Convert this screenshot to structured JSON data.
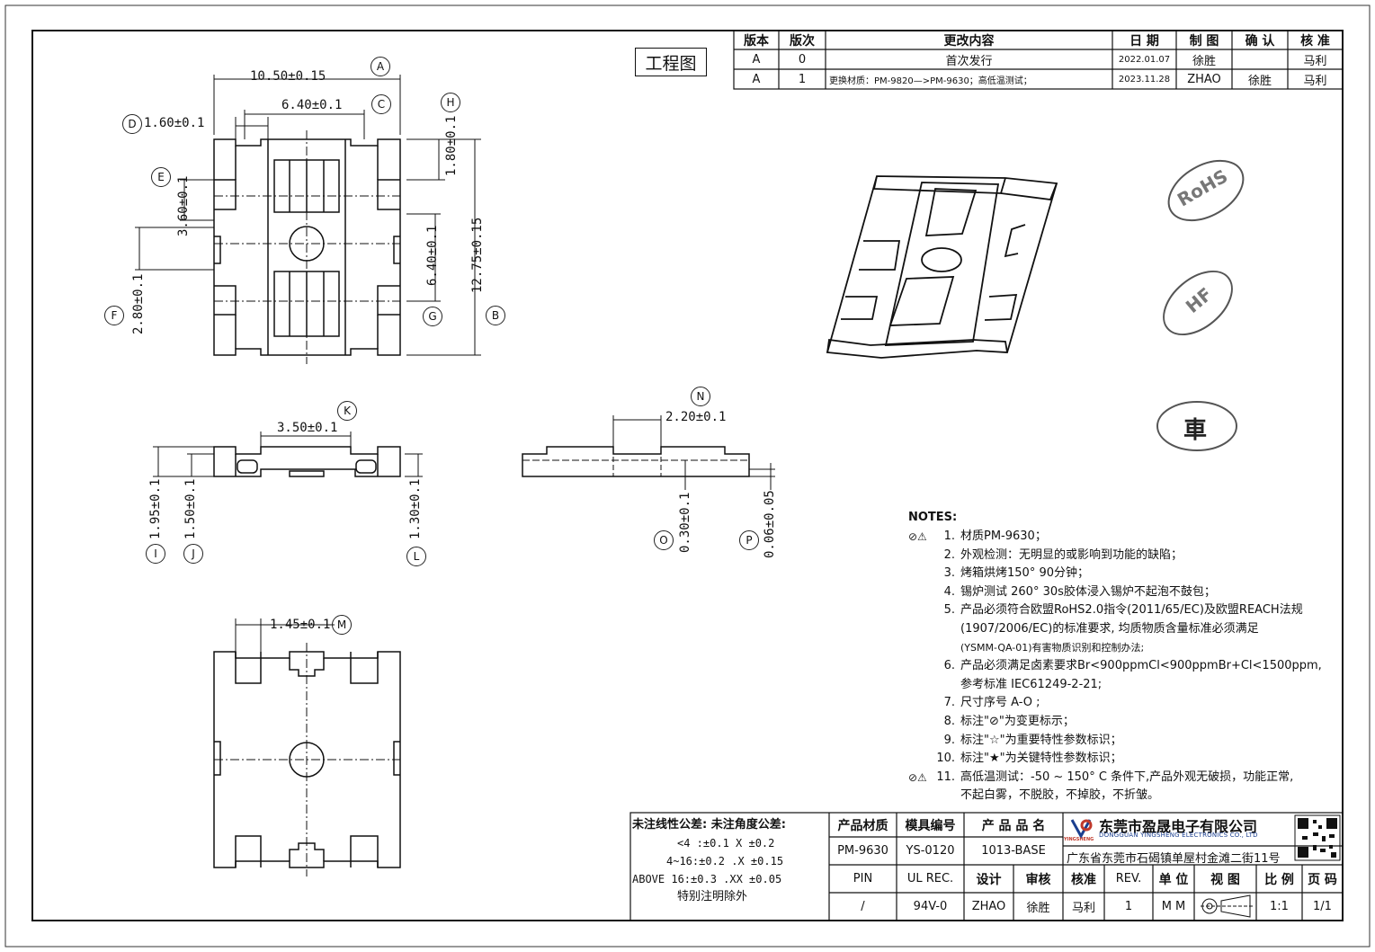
{
  "title_tag": "工程图",
  "revision_table": {
    "headers": [
      "版本",
      "版次",
      "更改内容",
      "日 期",
      "制 图",
      "确 认",
      "核 准"
    ],
    "rows": [
      [
        "A",
        "0",
        "首次发行",
        "2022.01.07",
        "徐胜",
        "",
        "马利"
      ],
      [
        "A",
        "1",
        "更换材质：PM-9820—>PM-9630；高低温测试；",
        "2023.11.28",
        "ZHAO",
        "徐胜",
        "马利"
      ]
    ]
  },
  "dimensions": {
    "a": "10.50±0.15",
    "b": "12.75±0.15",
    "c": "6.40±0.1",
    "d": "1.60±0.1",
    "e": "3.60±0.1",
    "f": "2.80±0.1",
    "g": "6.40±0.1",
    "h": "1.80±0.1",
    "i": "1.95±0.1",
    "j": "1.50±0.1",
    "k": "3.50±0.1",
    "l": "1.30±0.1",
    "m": "1.45±0.1",
    "n": "2.20±0.1",
    "o": "0.30±0.1",
    "p": "0.06±0.05"
  },
  "bubbles": {
    "a": "A",
    "b": "B",
    "c": "C",
    "d": "D",
    "e": "E",
    "f": "F",
    "g": "G",
    "h": "H",
    "i": "I",
    "j": "J",
    "k": "K",
    "l": "L",
    "m": "M",
    "n": "N",
    "o": "O",
    "p": "P"
  },
  "stamps": {
    "rohs": "RoHS",
    "hf": "HF",
    "car": "車"
  },
  "notes": {
    "heading": "NOTES:",
    "items": [
      {
        "mark": "⊘⚠",
        "num": "1.",
        "text": "材质PM-9630；"
      },
      {
        "mark": "",
        "num": "2.",
        "text": "外观检测：无明显的或影响到功能的缺陷；"
      },
      {
        "mark": "",
        "num": "3.",
        "text": "烤箱烘烤150° 90分钟；"
      },
      {
        "mark": "",
        "num": "4.",
        "text": "锡炉测试 260° 30s胶体浸入锡炉不起泡不鼓包；"
      },
      {
        "mark": "",
        "num": "5.",
        "text": "产品必须符合欧盟RoHS2.0指令(2011/65/EC)及欧盟REACH法规"
      },
      {
        "mark": "",
        "num": "6.",
        "text": "产品必须满足卤素要求Br<900ppmCl<900ppmBr+Cl<1500ppm,"
      },
      {
        "mark": "",
        "num": "7.",
        "text": "尺寸序号 A-O ;"
      },
      {
        "mark": "",
        "num": "8.",
        "text": "标注\"⊘\"为变更标示；"
      },
      {
        "mark": "",
        "num": "9.",
        "text": "标注\"☆\"为重要特性参数标识；"
      },
      {
        "mark": "",
        "num": "10.",
        "text": "标注\"★\"为关键特性参数标识；"
      },
      {
        "mark": "⊘⚠",
        "num": "11.",
        "text": "高低温测试：-50 ~ 150° C 条件下,产品外观无破损，功能正常,"
      }
    ],
    "cont5a": "(1907/2006/EC)的标准要求, 均质物质含量标准必须满足",
    "cont5b": "(YSMM-QA-01)有害物质识别和控制办法;",
    "cont6": "参考标准 IEC61249-2-21;",
    "cont11": "不起白雾，不脱胶，不掉胶，不折皱。"
  },
  "tolerance": {
    "line1": "未注线性公差:  未注角度公差:",
    "line2": "<4 :±0.1  X ±0.2",
    "line3": "4~16:±0.2  .X ±0.15",
    "line4": "ABOVE 16:±0.3  .XX ±0.05",
    "line5": "特别注明除外"
  },
  "title_block": {
    "material_label": "产品材质",
    "material": "PM-9630",
    "mold_label": "模具编号",
    "mold": "YS-0120",
    "name_label": "产 品 品 名",
    "name": "1013-BASE",
    "pin_label": "PIN",
    "pin": "/",
    "ul_label": "UL REC.",
    "ul": "94V-0",
    "design_label": "设计",
    "design": "ZHAO",
    "review_label": "审核",
    "review": "徐胜",
    "approve_label": "核准",
    "approve": "马利",
    "rev_label": "REV.",
    "rev": "1",
    "unit_label": "单 位",
    "unit": "M M",
    "view_label": "视 图",
    "scale_label": "比 例",
    "scale": "1:1",
    "page_label": "页 码",
    "page": "1/1"
  },
  "company": {
    "name_cn": "东莞市盈晟电子有限公司",
    "name_en": "DONGGUAN YINGSHENG ELECTRONICS CO., LTD",
    "brand": "YINGSHENG",
    "address": "广东省东莞市石碣镇单屋村金滩二街11号"
  }
}
